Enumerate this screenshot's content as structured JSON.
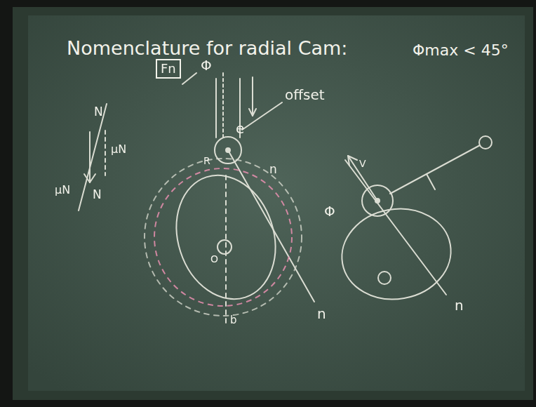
{
  "diagram": {
    "title": "Nomenclature for radial Cam:",
    "nodes": [
      {
        "text": [
          "Fn"
        ]
      }
    ],
    "labels": [
      "N",
      "μN",
      "μN",
      "N",
      "Φ",
      "offset",
      "e",
      "R",
      "n",
      "O",
      "b",
      "n",
      "Φmax < 45°",
      "V",
      "Φ",
      "n"
    ]
  }
}
